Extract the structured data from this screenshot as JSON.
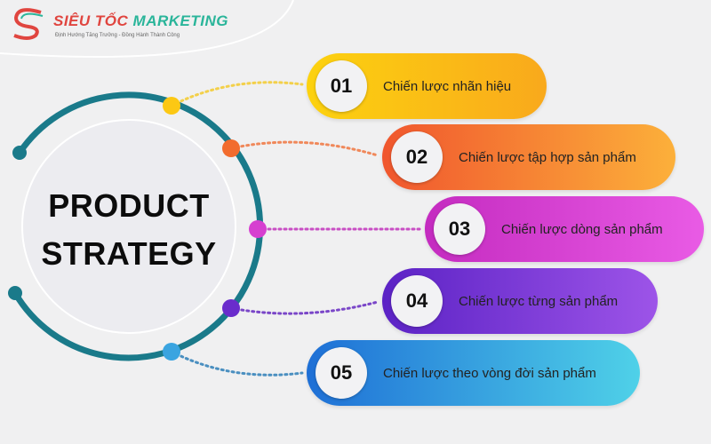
{
  "logo": {
    "brand_part1": "SIÊU TỐC",
    "brand_part2": "MARKETING",
    "tagline": "Định Hướng Tăng Trưởng - Đồng Hành Thành Công"
  },
  "title": {
    "line1": "PRODUCT",
    "line2": "STRATEGY"
  },
  "items": [
    {
      "number": "01",
      "label": "Chiến lược nhãn hiệu",
      "color_from": "#fcd20f",
      "color_to": "#f9a91c"
    },
    {
      "number": "02",
      "label": "Chiến lược tập hợp sản phẩm",
      "color_from": "#f0562e",
      "color_to": "#fcb03a"
    },
    {
      "number": "03",
      "label": "Chiến lược dòng sản phẩm",
      "color_from": "#c42bc0",
      "color_to": "#e95be5"
    },
    {
      "number": "04",
      "label": "Chiến lược từng sản phẩm",
      "color_from": "#5b22c5",
      "color_to": "#9d54e8"
    },
    {
      "number": "05",
      "label": "Chiến lược theo vòng đời sản phẩm",
      "color_from": "#1e6fd6",
      "color_to": "#4fd1e8"
    }
  ],
  "colors": {
    "ring": "#1a7a8a"
  }
}
